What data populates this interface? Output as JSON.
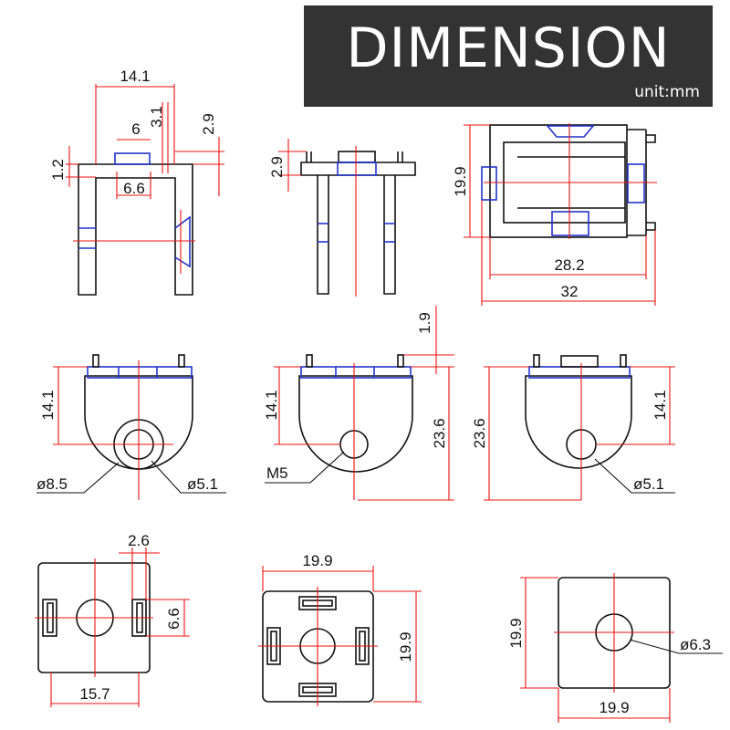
{
  "title": "DIMENSION",
  "unit": "unit:mm",
  "views": {
    "top_left": {
      "width": "14.1",
      "inner": "6",
      "depth_a": "3.1",
      "depth_b": "2.9",
      "thickness": "1.2",
      "slot": "6.6"
    },
    "top_middle": {
      "height": "2.9"
    },
    "top_right": {
      "height": "19.9",
      "inner_length": "28.2",
      "length": "32"
    },
    "mid_left": {
      "height": "14.1",
      "outer_dia": "ø8.5",
      "inner_dia": "ø5.1"
    },
    "mid_middle": {
      "pin": "1.9",
      "height": "14.1",
      "total": "23.6",
      "thread": "M5"
    },
    "mid_right": {
      "total": "23.6",
      "height": "14.1",
      "hole": "ø5.1"
    },
    "bot_left": {
      "gap": "2.6",
      "slot": "6.6",
      "width": "15.7"
    },
    "bot_middle": {
      "width": "19.9",
      "height": "19.9"
    },
    "bot_right": {
      "height": "19.9",
      "width": "19.9",
      "hole": "ø6.3"
    }
  }
}
